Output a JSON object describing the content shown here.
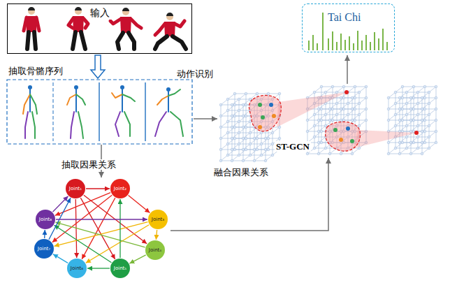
{
  "diagram": {
    "nodes": [
      {
        "text": [
          "输入"
        ]
      },
      {
        "text": [
          "Tai Chi"
        ]
      },
      {
        "text": [
          "Joint₁"
        ]
      },
      {
        "text": [
          "Joint₂"
        ]
      },
      {
        "text": [
          "Joint₃"
        ]
      },
      {
        "text": [
          "Joint₄"
        ]
      },
      {
        "text": [
          "Joint₅"
        ]
      },
      {
        "text": [
          "Joint₆"
        ]
      },
      {
        "text": [
          "Joint₇"
        ]
      },
      {
        "text": [
          "Joint₈"
        ]
      }
    ],
    "edges": [
      {
        "from": 2,
        "to": 3,
        "arrow": "to"
      },
      {
        "from": 3,
        "to": 4,
        "arrow": "to"
      },
      {
        "from": 4,
        "to": 5,
        "arrow": "to"
      },
      {
        "from": 5,
        "to": 6,
        "arrow": "to"
      },
      {
        "from": 6,
        "to": 7,
        "arrow": "to"
      },
      {
        "from": 7,
        "to": 8,
        "arrow": "to"
      },
      {
        "from": 8,
        "to": 9,
        "arrow": "to"
      },
      {
        "from": 9,
        "to": 2,
        "arrow": "to"
      },
      {
        "from": 2,
        "to": 5,
        "arrow": "to"
      },
      {
        "from": 2,
        "to": 6,
        "arrow": "to"
      },
      {
        "from": 2,
        "to": 7,
        "arrow": "to"
      },
      {
        "from": 3,
        "to": 7,
        "arrow": "to"
      },
      {
        "from": 3,
        "to": 8,
        "arrow": "to"
      },
      {
        "from": 3,
        "to": 9,
        "arrow": "to"
      },
      {
        "from": 4,
        "to": 8,
        "arrow": "to"
      },
      {
        "from": 4,
        "to": 7,
        "arrow": "to"
      },
      {
        "from": 5,
        "to": 9,
        "arrow": "to"
      },
      {
        "from": 6,
        "to": 9,
        "arrow": "to"
      },
      {
        "from": 6,
        "to": 3,
        "arrow": "to"
      },
      {
        "from": 8,
        "to": 2,
        "arrow": "to"
      },
      {
        "from": 9,
        "to": 4,
        "arrow": "to"
      }
    ],
    "labels": [
      "抽取骨骼序列",
      "动作识别",
      "抽取因果关系",
      "融合因果关系",
      "ST-GCN"
    ]
  }
}
